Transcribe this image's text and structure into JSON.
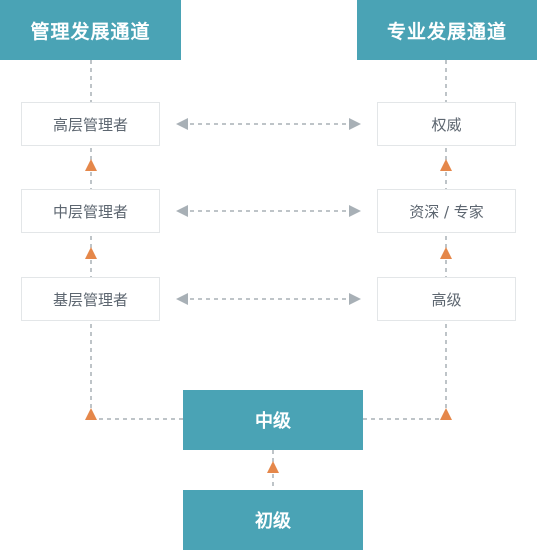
{
  "management_track": {
    "title": "管理发展通道",
    "levels": [
      "高层管理者",
      "中层管理者",
      "基层管理者"
    ]
  },
  "professional_track": {
    "title": "专业发展通道",
    "levels": [
      "权威",
      "资深 / 专家",
      "高级"
    ]
  },
  "shared": {
    "middle": "中级",
    "entry": "初级"
  },
  "colors": {
    "primary": "#4aa3b5",
    "arrow": "#e5874a",
    "dashed_line": "#a8b0b6",
    "box_border": "#e3e6e8",
    "box_text": "#5d6670"
  }
}
